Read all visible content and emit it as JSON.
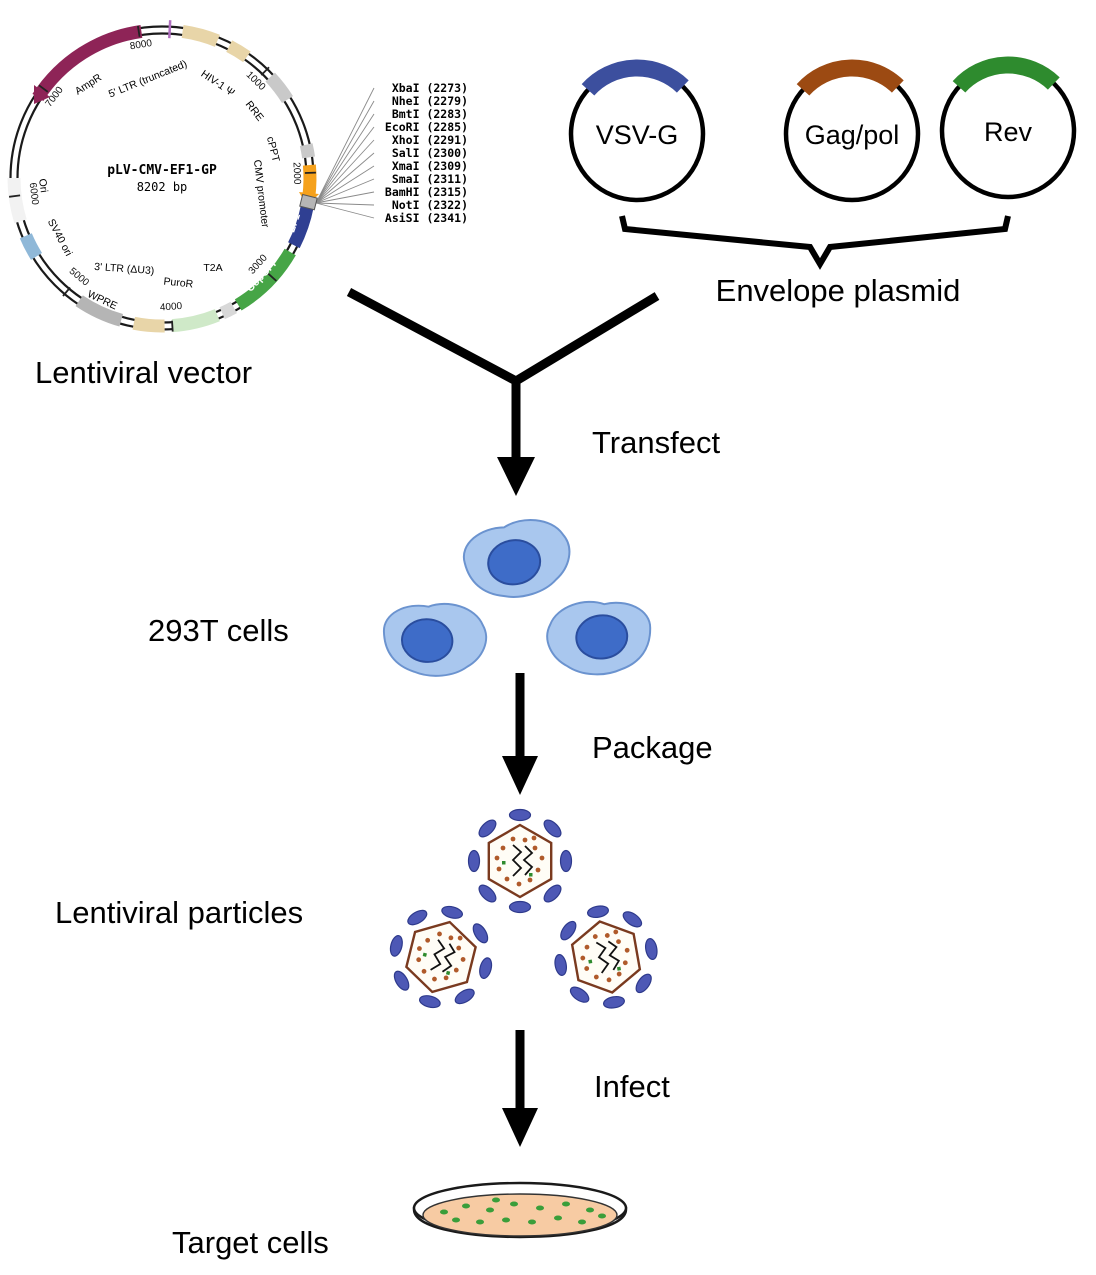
{
  "plasmid_map": {
    "name": "pLV-CMV-EF1-GP",
    "size_label": "8202 bp",
    "ticks": [
      {
        "label": "1000",
        "deg": 44
      },
      {
        "label": "2000",
        "deg": 88
      },
      {
        "label": "3000",
        "deg": 132
      },
      {
        "label": "4000",
        "deg": 176
      },
      {
        "label": "5000",
        "deg": 220
      },
      {
        "label": "6000",
        "deg": 263
      },
      {
        "label": "7000",
        "deg": 307
      },
      {
        "label": "8000",
        "deg": 351
      }
    ],
    "features": [
      {
        "label": "5' LTR (truncated)",
        "color": "#e8d5a8",
        "start_deg": 8,
        "end_deg": 22
      },
      {
        "label": "HIV-1 Ψ",
        "color": "#e8d5a8",
        "start_deg": 27,
        "end_deg": 35
      },
      {
        "label": "RRE",
        "color": "#c9c9c9",
        "start_deg": 47,
        "end_deg": 58
      },
      {
        "label": "cPPT",
        "color": "#c9c9c9",
        "start_deg": 77,
        "end_deg": 82
      },
      {
        "label": "CMV promoter",
        "color": "#f5a11c",
        "start_deg": 85,
        "end_deg": 97
      },
      {
        "label": "EF1",
        "color": "#2f3f92",
        "start_deg": 101,
        "end_deg": 117
      },
      {
        "label": "CopGFP",
        "color": "#46a546",
        "start_deg": 120,
        "end_deg": 149
      },
      {
        "label": "T2A",
        "color": "#d8d8d8",
        "start_deg": 151,
        "end_deg": 156
      },
      {
        "label": "PuroR",
        "color": "#cfe9c8",
        "start_deg": 158,
        "end_deg": 176
      },
      {
        "label": "3' LTR (ΔU3)",
        "color": "#e8d5a8",
        "start_deg": 179,
        "end_deg": 191
      },
      {
        "label": "WPRE",
        "color": "#b5b5b5",
        "start_deg": 196,
        "end_deg": 214
      },
      {
        "label": "SV40 ori",
        "color": "#8fb8d8",
        "start_deg": 238,
        "end_deg": 247
      },
      {
        "label": "Ori",
        "color": "#f2f2f2",
        "start_deg": 253,
        "end_deg": 270
      },
      {
        "label": "AmpR",
        "color": "#8e2457",
        "start_deg": 303,
        "end_deg": 352
      }
    ],
    "restriction_sites": [
      "XbaI (2273)",
      "NheI (2279)",
      "BmtI (2283)",
      "EcoRI (2285)",
      "XhoI (2291)",
      "SalI (2300)",
      "XmaI (2309)",
      "SmaI (2311)",
      "BamHI (2315)",
      "NotI (2322)",
      "AsiSI (2341)"
    ]
  },
  "envelope_plasmids": [
    {
      "label": "VSV-G",
      "color": "#3c4f9e"
    },
    {
      "label": "Gag/pol",
      "color": "#9c4a12"
    },
    {
      "label": "Rev",
      "color": "#2e8b2e"
    }
  ],
  "labels": {
    "lentiviral_vector": "Lentiviral vector",
    "envelope_plasmid": "Envelope plasmid",
    "transfect": "Transfect",
    "cells_293t": "293T cells",
    "package": "Package",
    "lentiviral_particles": "Lentiviral particles",
    "infect": "Infect",
    "target_cells": "Target cells"
  },
  "colors": {
    "cell_body": "#a9c7ee",
    "cell_nucleus": "#3e6cc8",
    "virion_spike": "#4d58b5",
    "virion_capsid_outline": "#7a3a1f",
    "dish_medium": "#f7cba3",
    "colony_green": "#3a9e3a",
    "arrow_black": "#000000"
  }
}
